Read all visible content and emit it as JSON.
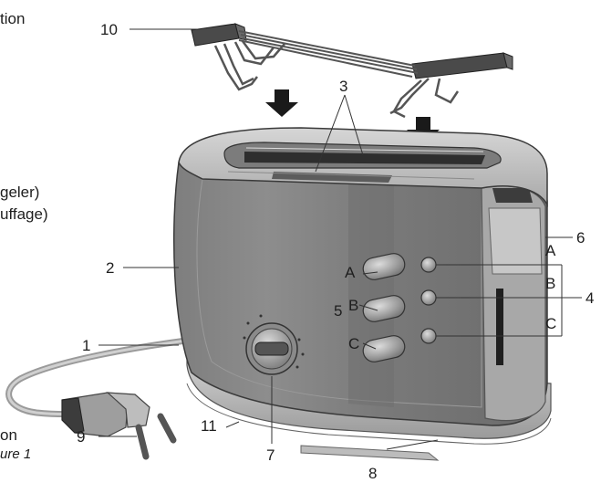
{
  "margin_text": {
    "tion": "tion",
    "geler": "geler)",
    "uffage": "uffage)",
    "on": "on",
    "caption": "ure 1"
  },
  "callouts": {
    "n1": "1",
    "n2": "2",
    "n3": "3",
    "n4": "4",
    "n5": "5",
    "n6": "6",
    "n7": "7",
    "n8": "8",
    "n9": "9",
    "n10": "10",
    "n11": "11"
  },
  "button_letters": {
    "left_a": "A",
    "left_b": "B",
    "left_c": "C",
    "right_a": "A",
    "right_b": "B",
    "right_c": "C"
  }
}
